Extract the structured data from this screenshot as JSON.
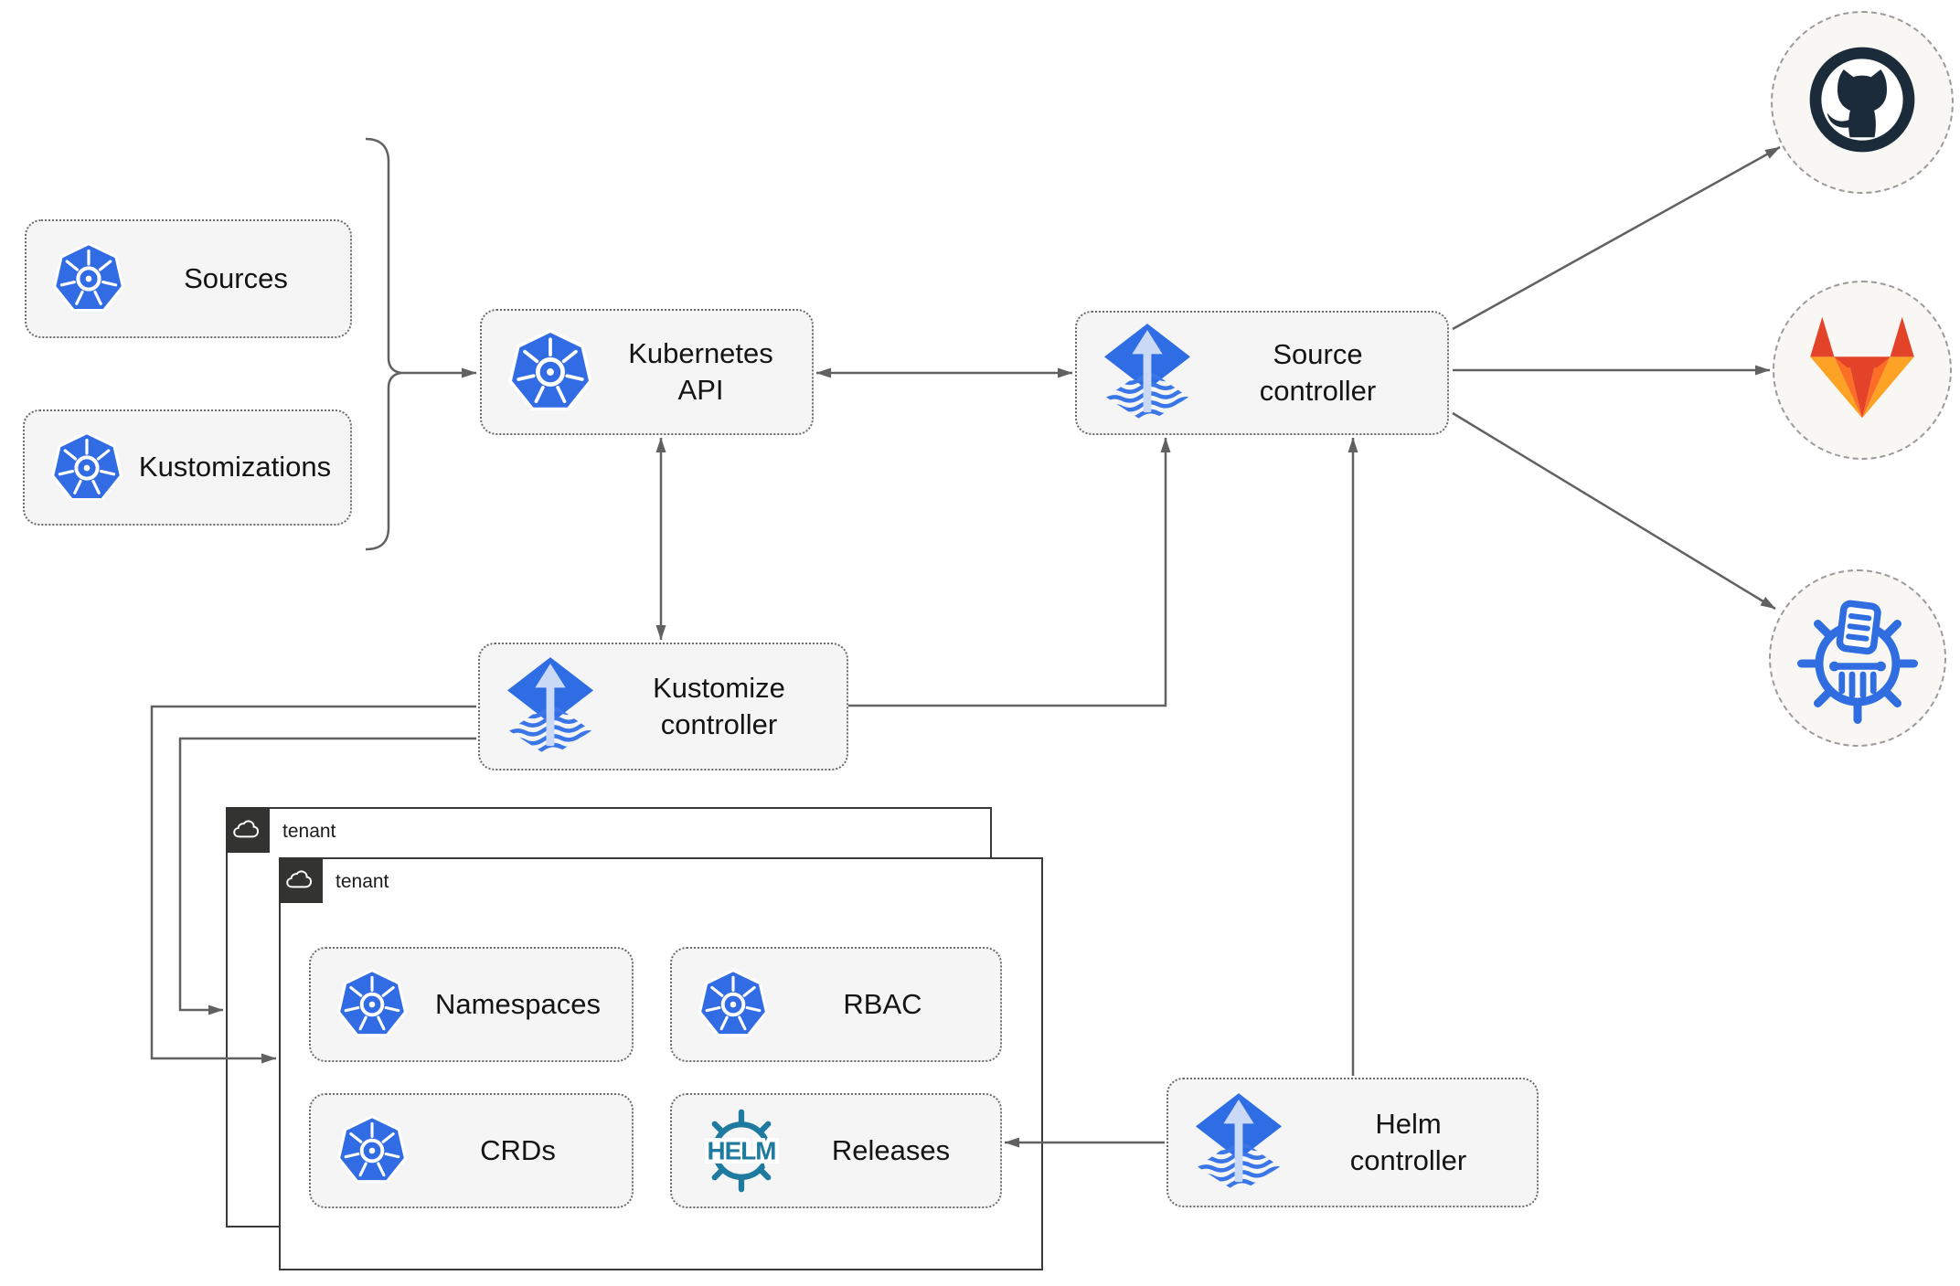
{
  "nodes": {
    "sources": {
      "label": "Sources"
    },
    "kustomizations": {
      "label": "Kustomizations"
    },
    "kubernetes_api": {
      "label": "Kubernetes API"
    },
    "source_controller": {
      "label": "Source controller"
    },
    "kustomize_controller": {
      "label": "Kustomize controller"
    },
    "helm_controller": {
      "label": "Helm controller"
    },
    "namespaces": {
      "label": "Namespaces"
    },
    "rbac": {
      "label": "RBAC"
    },
    "crds": {
      "label": "CRDs"
    },
    "releases": {
      "label": "Releases",
      "logo_text": "HELM"
    },
    "tenants": [
      {
        "label": "tenant"
      },
      {
        "label": "tenant"
      }
    ]
  },
  "endpoints": {
    "github": {
      "icon": "github-icon"
    },
    "gitlab": {
      "icon": "gitlab-icon"
    },
    "registry": {
      "icon": "chart-registry-icon"
    }
  },
  "colors": {
    "kubernetes_blue": "#326ce5",
    "flux_blue": "#2f6de4",
    "flux_arrow_light": "#c9d9f6",
    "helm_teal": "#1e7a9e",
    "github_dark": "#1b2b3a",
    "gitlab_red": "#e24329",
    "gitlab_orange": "#fc6d26",
    "gitlab_yellow": "#fca326",
    "connector_gray": "#616161",
    "node_fill": "#f5f5f5",
    "tenant_border": "#333331"
  }
}
